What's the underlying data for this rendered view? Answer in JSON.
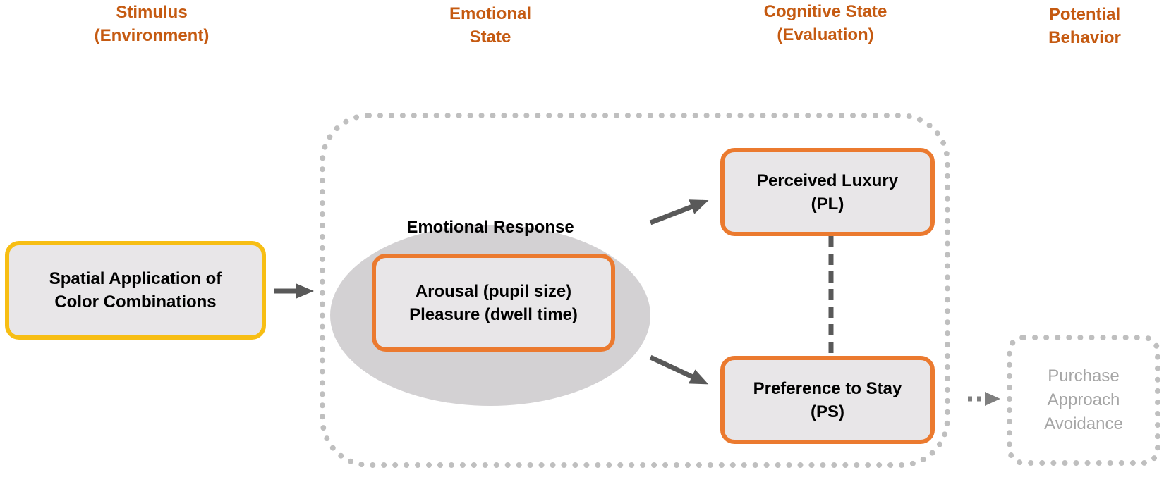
{
  "headers": {
    "stimulus": [
      "Stimulus",
      "(Environment)"
    ],
    "emotional": [
      "Emotional",
      "State"
    ],
    "cognitive": [
      "Cognitive State",
      "(Evaluation)"
    ],
    "behavior": [
      "Potential",
      "Behavior"
    ]
  },
  "stimulus_box": [
    "Spatial Application of",
    "Color Combinations"
  ],
  "emotional_response": {
    "title": "Emotional Response",
    "lines": [
      "Arousal (pupil size)",
      "Pleasure (dwell time)"
    ]
  },
  "perceived_luxury": [
    "Perceived Luxury",
    "(PL)"
  ],
  "preference_to_stay": [
    "Preference to Stay",
    "(PS)"
  ],
  "potential_behavior": [
    "Purchase",
    "Approach",
    "Avoidance"
  ],
  "colors": {
    "header_text": "#C55A11",
    "stimulus_border": "#F7BE14",
    "construct_border": "#EB7A2F",
    "box_fill": "#E8E6E8",
    "ellipse_fill": "#D3D1D3",
    "dotted_border": "#BFBFBF",
    "arrow": "#595959",
    "faded_text": "#A6A6A6"
  }
}
